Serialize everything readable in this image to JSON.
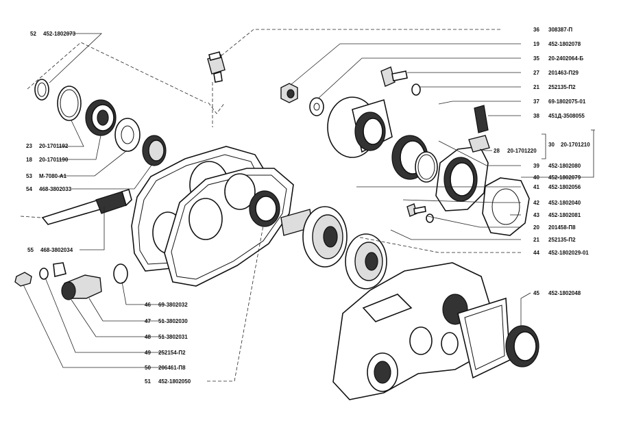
{
  "callouts": [
    {
      "num": "52",
      "code": "452-1802073"
    },
    {
      "num": "23",
      "code": "20-1701192"
    },
    {
      "num": "18",
      "code": "20-1701190"
    },
    {
      "num": "53",
      "code": "М-7080-А1"
    },
    {
      "num": "54",
      "code": "468-3802033"
    },
    {
      "num": "55",
      "code": "468-3802034"
    },
    {
      "num": "46",
      "code": "69-3802032"
    },
    {
      "num": "47",
      "code": "51-3802030"
    },
    {
      "num": "48",
      "code": "51-3802031"
    },
    {
      "num": "49",
      "code": "252154-П2"
    },
    {
      "num": "50",
      "code": "206461-П8"
    },
    {
      "num": "51",
      "code": "452-1802050"
    },
    {
      "num": "36",
      "code": "308387-П"
    },
    {
      "num": "19",
      "code": "452-1802078"
    },
    {
      "num": "35",
      "code": "20-2402064-Б"
    },
    {
      "num": "27",
      "code": "201463-П29"
    },
    {
      "num": "21",
      "code": "252135-П2"
    },
    {
      "num": "37",
      "code": "69-1802075-01"
    },
    {
      "num": "38",
      "code": "451Д-3508055"
    },
    {
      "num": "28",
      "code": "20-1701220"
    },
    {
      "num": "30",
      "code": "20-1701210"
    },
    {
      "num": "39",
      "code": "452-1802080"
    },
    {
      "num": "40",
      "code": "452-1802079"
    },
    {
      "num": "41",
      "code": "452-1802056"
    },
    {
      "num": "42",
      "code": "452-1802040"
    },
    {
      "num": "43",
      "code": "452-1802081"
    },
    {
      "num": "20",
      "code": "201458-П8"
    },
    {
      "num": "21",
      "code": "252135-П2"
    },
    {
      "num": "44",
      "code": "452-1802029-01"
    },
    {
      "num": "45",
      "code": "452-1802048"
    }
  ]
}
